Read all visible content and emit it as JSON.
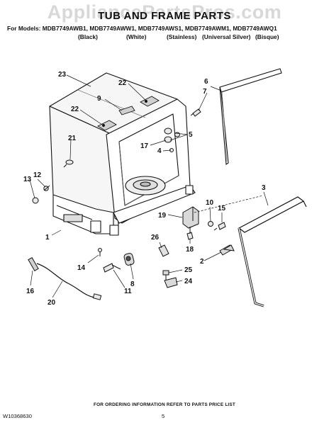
{
  "watermark": "AppliancePartsPros.com",
  "header": {
    "title": "TUB AND FRAME PARTS",
    "models": "For Models: MDB7749AWB1, MDB7749AWW1, MDB7749AWS1, MDB7749AWM1, MDB7749AWQ1",
    "colors": [
      "(Black)",
      "(White)",
      "(Stainless)",
      "(Universal Silver)",
      "(Bisque)"
    ]
  },
  "callouts": {
    "c1": "1",
    "c2": "2",
    "c3": "3",
    "c4": "4",
    "c5": "5",
    "c6": "6",
    "c7": "7",
    "c8": "8",
    "c9": "9",
    "c10": "10",
    "c11": "11",
    "c12": "12",
    "c13": "13",
    "c14": "14",
    "c15": "15",
    "c16": "16",
    "c17": "17",
    "c18": "18",
    "c19": "19",
    "c20": "20",
    "c21": "21",
    "c22a": "22",
    "c22b": "22",
    "c23": "23",
    "c24": "24",
    "c25": "25",
    "c26": "26"
  },
  "footer": {
    "note": "FOR ORDERING INFORMATION REFER TO PARTS PRICE LIST",
    "doc_number": "W10368630",
    "page_number": "5"
  },
  "colors": {
    "line": "#111111",
    "watermark": "#d8d8d8",
    "part_fill": "#f6f6f6",
    "shade": "#9a9a9a"
  }
}
